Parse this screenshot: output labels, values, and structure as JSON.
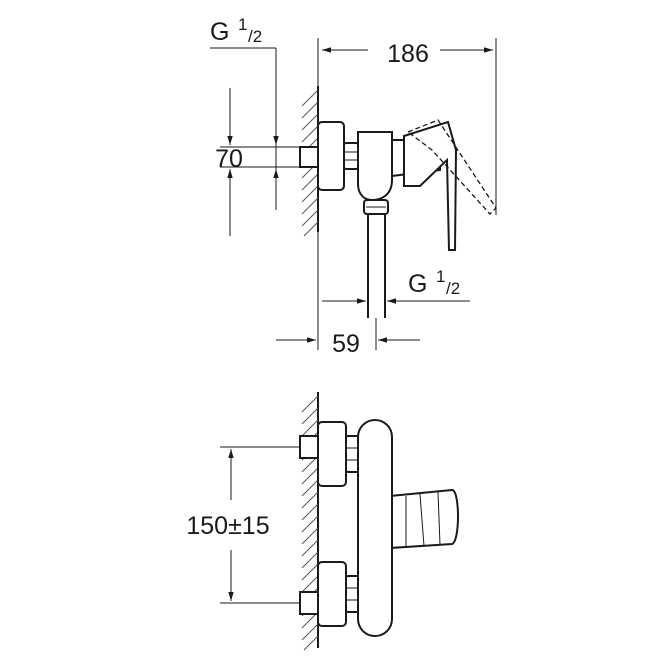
{
  "dimensions": {
    "thread_top": {
      "main": "G",
      "sup": "1",
      "sub": "/2"
    },
    "thread_bottom": {
      "main": "G",
      "sup": "1",
      "sub": "/2"
    },
    "width_total": "186",
    "height_inlet": "70",
    "depth_wall": "59",
    "spacing": "150±15"
  }
}
